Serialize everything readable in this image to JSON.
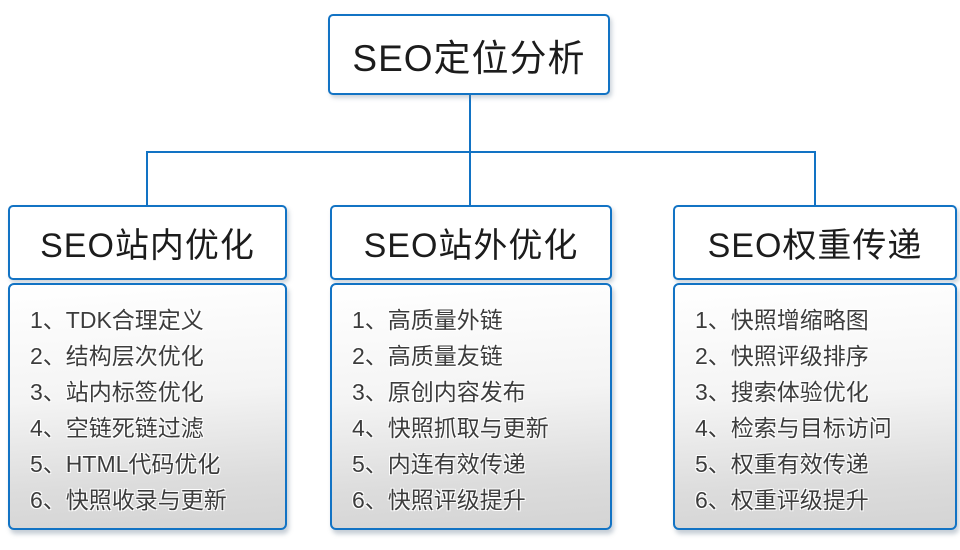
{
  "diagram": {
    "root": {
      "label": "SEO定位分析"
    },
    "columns": [
      {
        "title": "SEO站内优化",
        "items": [
          "1、TDK合理定义",
          "2、结构层次优化",
          "3、站内标签优化",
          "4、空链死链过滤",
          "5、HTML代码优化",
          "6、快照收录与更新"
        ]
      },
      {
        "title": "SEO站外优化",
        "items": [
          "1、高质量外链",
          "2、高质量友链",
          "3、原创内容发布",
          "4、快照抓取与更新",
          "5、内连有效传递",
          "6、快照评级提升"
        ]
      },
      {
        "title": "SEO权重传递",
        "items": [
          "1、快照增缩略图",
          "2、快照评级排序",
          "3、搜索体验优化",
          "4、检索与目标访问",
          "5、权重有效传递",
          "6、权重评级提升"
        ]
      }
    ],
    "colors": {
      "line": "#1273c4",
      "box_border": "#1273c4",
      "header_text": "#1c1c1c",
      "item_text": "#3c3c3c",
      "panel_gradient_top": "#ffffff",
      "panel_gradient_bottom": "#d4d4d4"
    }
  }
}
